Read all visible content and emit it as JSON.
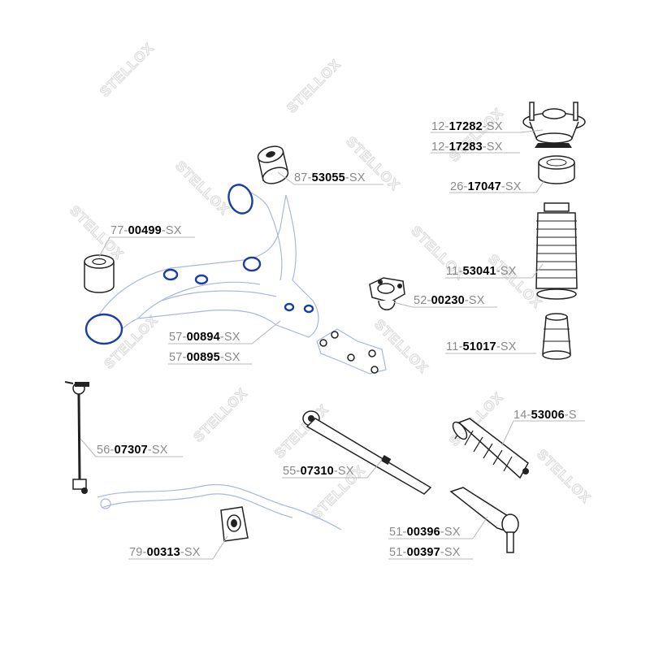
{
  "diagram": {
    "watermark_text": "STELLOX",
    "parts": [
      {
        "id": "strut-mount-upper",
        "labels": [
          {
            "prefix": "12-",
            "bold": "17282",
            "suffix": "-SX"
          },
          {
            "prefix": "12-",
            "bold": "17283",
            "suffix": "-SX"
          }
        ]
      },
      {
        "id": "strut-bearing",
        "labels": [
          {
            "prefix": "26-",
            "bold": "17047",
            "suffix": "-SX"
          }
        ]
      },
      {
        "id": "control-arm-bushing-top",
        "labels": [
          {
            "prefix": "87-",
            "bold": "53055",
            "suffix": "-SX"
          }
        ]
      },
      {
        "id": "control-arm-bushing-rear",
        "labels": [
          {
            "prefix": "77-",
            "bold": "00499",
            "suffix": "-SX"
          }
        ]
      },
      {
        "id": "dust-boot",
        "labels": [
          {
            "prefix": "11-",
            "bold": "53041",
            "suffix": "-SX"
          }
        ]
      },
      {
        "id": "ball-joint",
        "labels": [
          {
            "prefix": "52-",
            "bold": "00230",
            "suffix": "-SX"
          }
        ]
      },
      {
        "id": "control-arm",
        "labels": [
          {
            "prefix": "57-",
            "bold": "00894",
            "suffix": "-SX"
          },
          {
            "prefix": "57-",
            "bold": "00895",
            "suffix": "-SX"
          }
        ]
      },
      {
        "id": "bump-stop",
        "labels": [
          {
            "prefix": "11-",
            "bold": "51017",
            "suffix": "-SX"
          }
        ]
      },
      {
        "id": "steering-boot",
        "labels": [
          {
            "prefix": "14-",
            "bold": "53006",
            "suffix": "-S"
          }
        ]
      },
      {
        "id": "stabilizer-link",
        "labels": [
          {
            "prefix": "56-",
            "bold": "07307",
            "suffix": "-SX"
          }
        ]
      },
      {
        "id": "tie-rod",
        "labels": [
          {
            "prefix": "55-",
            "bold": "07310",
            "suffix": "-SX"
          }
        ]
      },
      {
        "id": "tie-rod-end",
        "labels": [
          {
            "prefix": "51-",
            "bold": "00396",
            "suffix": "-SX"
          },
          {
            "prefix": "51-",
            "bold": "00397",
            "suffix": "-SX"
          }
        ]
      },
      {
        "id": "stabilizer-bushing",
        "labels": [
          {
            "prefix": "79-",
            "bold": "00313",
            "suffix": "-SX"
          }
        ]
      }
    ]
  }
}
